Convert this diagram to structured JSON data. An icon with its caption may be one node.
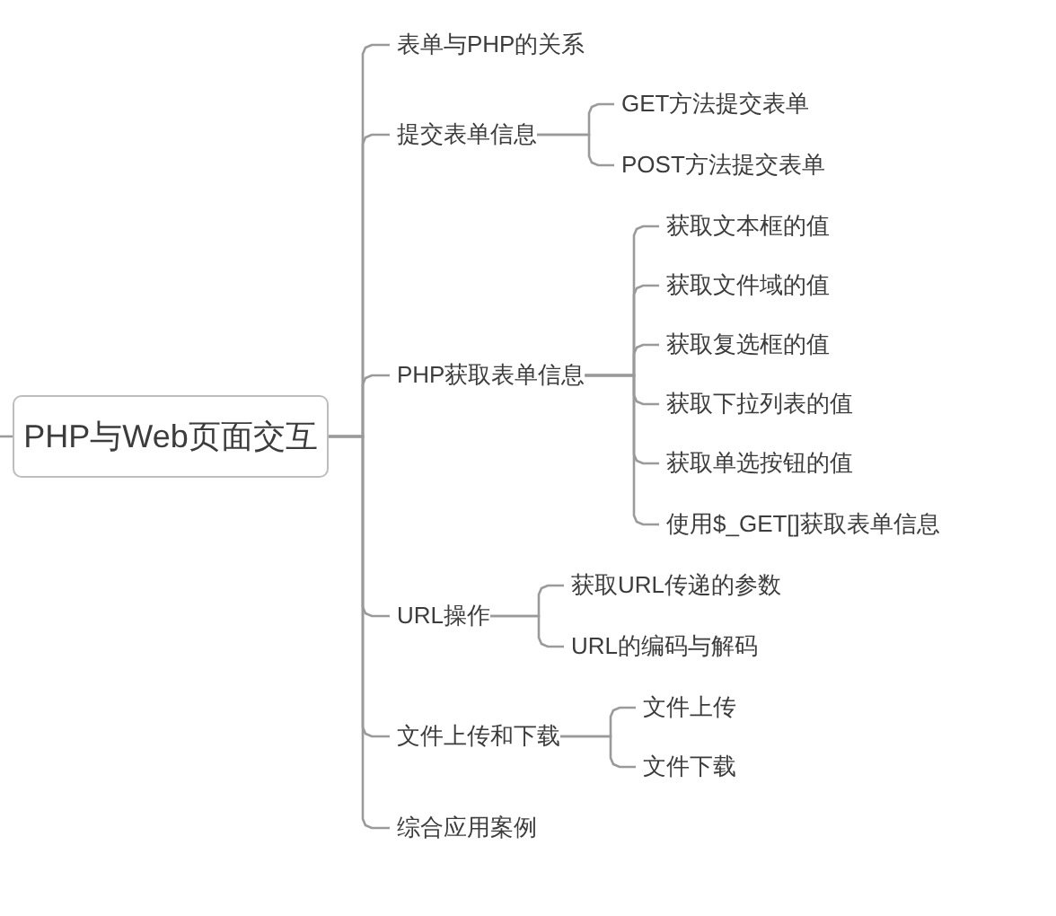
{
  "diagram": {
    "nodes": [
      {
        "text": [
          "PHP与Web页面交互"
        ]
      },
      {
        "text": [
          "表单与PHP的关系"
        ]
      },
      {
        "text": [
          "提交表单信息"
        ]
      },
      {
        "text": [
          "GET方法提交表单"
        ]
      },
      {
        "text": [
          "POST方法提交表单"
        ]
      },
      {
        "text": [
          "PHP获取表单信息"
        ]
      },
      {
        "text": [
          "获取文本框的值"
        ]
      },
      {
        "text": [
          "获取文件域的值"
        ]
      },
      {
        "text": [
          "获取复选框的值"
        ]
      },
      {
        "text": [
          "获取下拉列表的值"
        ]
      },
      {
        "text": [
          "获取单选按钮的值"
        ]
      },
      {
        "text": [
          "使用$_GET[]获取表单信息"
        ]
      },
      {
        "text": [
          "URL操作"
        ]
      },
      {
        "text": [
          "获取URL传递的参数"
        ]
      },
      {
        "text": [
          "URL的编码与解码"
        ]
      },
      {
        "text": [
          "文件上传和下载"
        ]
      },
      {
        "text": [
          "文件上传"
        ]
      },
      {
        "text": [
          "文件下载"
        ]
      },
      {
        "text": [
          "综合应用案例"
        ]
      }
    ],
    "edges": [
      {
        "from": null,
        "to": 0,
        "arrow": "none"
      },
      {
        "from": 0,
        "to": 1,
        "arrow": "none"
      },
      {
        "from": 0,
        "to": 2,
        "arrow": "none"
      },
      {
        "from": 2,
        "to": 3,
        "arrow": "none"
      },
      {
        "from": 2,
        "to": 4,
        "arrow": "none"
      },
      {
        "from": 0,
        "to": 5,
        "arrow": "none"
      },
      {
        "from": 5,
        "to": 6,
        "arrow": "none"
      },
      {
        "from": 5,
        "to": 7,
        "arrow": "none"
      },
      {
        "from": 5,
        "to": 8,
        "arrow": "none"
      },
      {
        "from": 5,
        "to": 9,
        "arrow": "none"
      },
      {
        "from": 5,
        "to": 10,
        "arrow": "none"
      },
      {
        "from": 5,
        "to": 11,
        "arrow": "none"
      },
      {
        "from": 0,
        "to": 12,
        "arrow": "none"
      },
      {
        "from": 12,
        "to": 13,
        "arrow": "none"
      },
      {
        "from": 12,
        "to": 14,
        "arrow": "none"
      },
      {
        "from": 0,
        "to": 15,
        "arrow": "none"
      },
      {
        "from": 15,
        "to": 16,
        "arrow": "none"
      },
      {
        "from": 15,
        "to": 17,
        "arrow": "none"
      },
      {
        "from": 0,
        "to": 18,
        "arrow": "none"
      }
    ]
  }
}
